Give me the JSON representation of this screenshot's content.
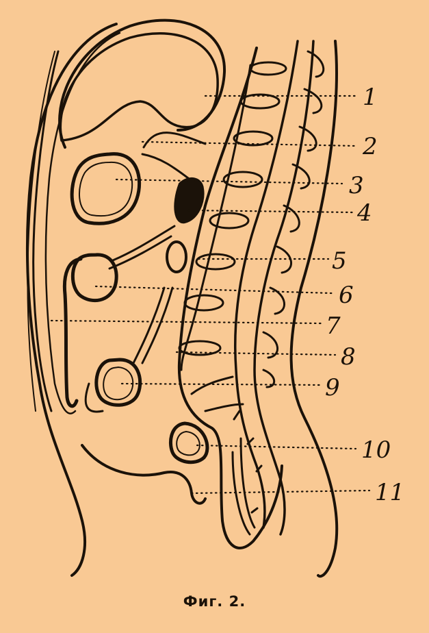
{
  "figure": {
    "caption": "Фиг. 2.",
    "labels": [
      "1",
      "2",
      "3",
      "4",
      "5",
      "6",
      "7",
      "8",
      "9",
      "10",
      "11"
    ],
    "colors": {
      "ink": "#1b1209",
      "paper": "#f9c994",
      "stipple": "#6b4a2a"
    }
  }
}
